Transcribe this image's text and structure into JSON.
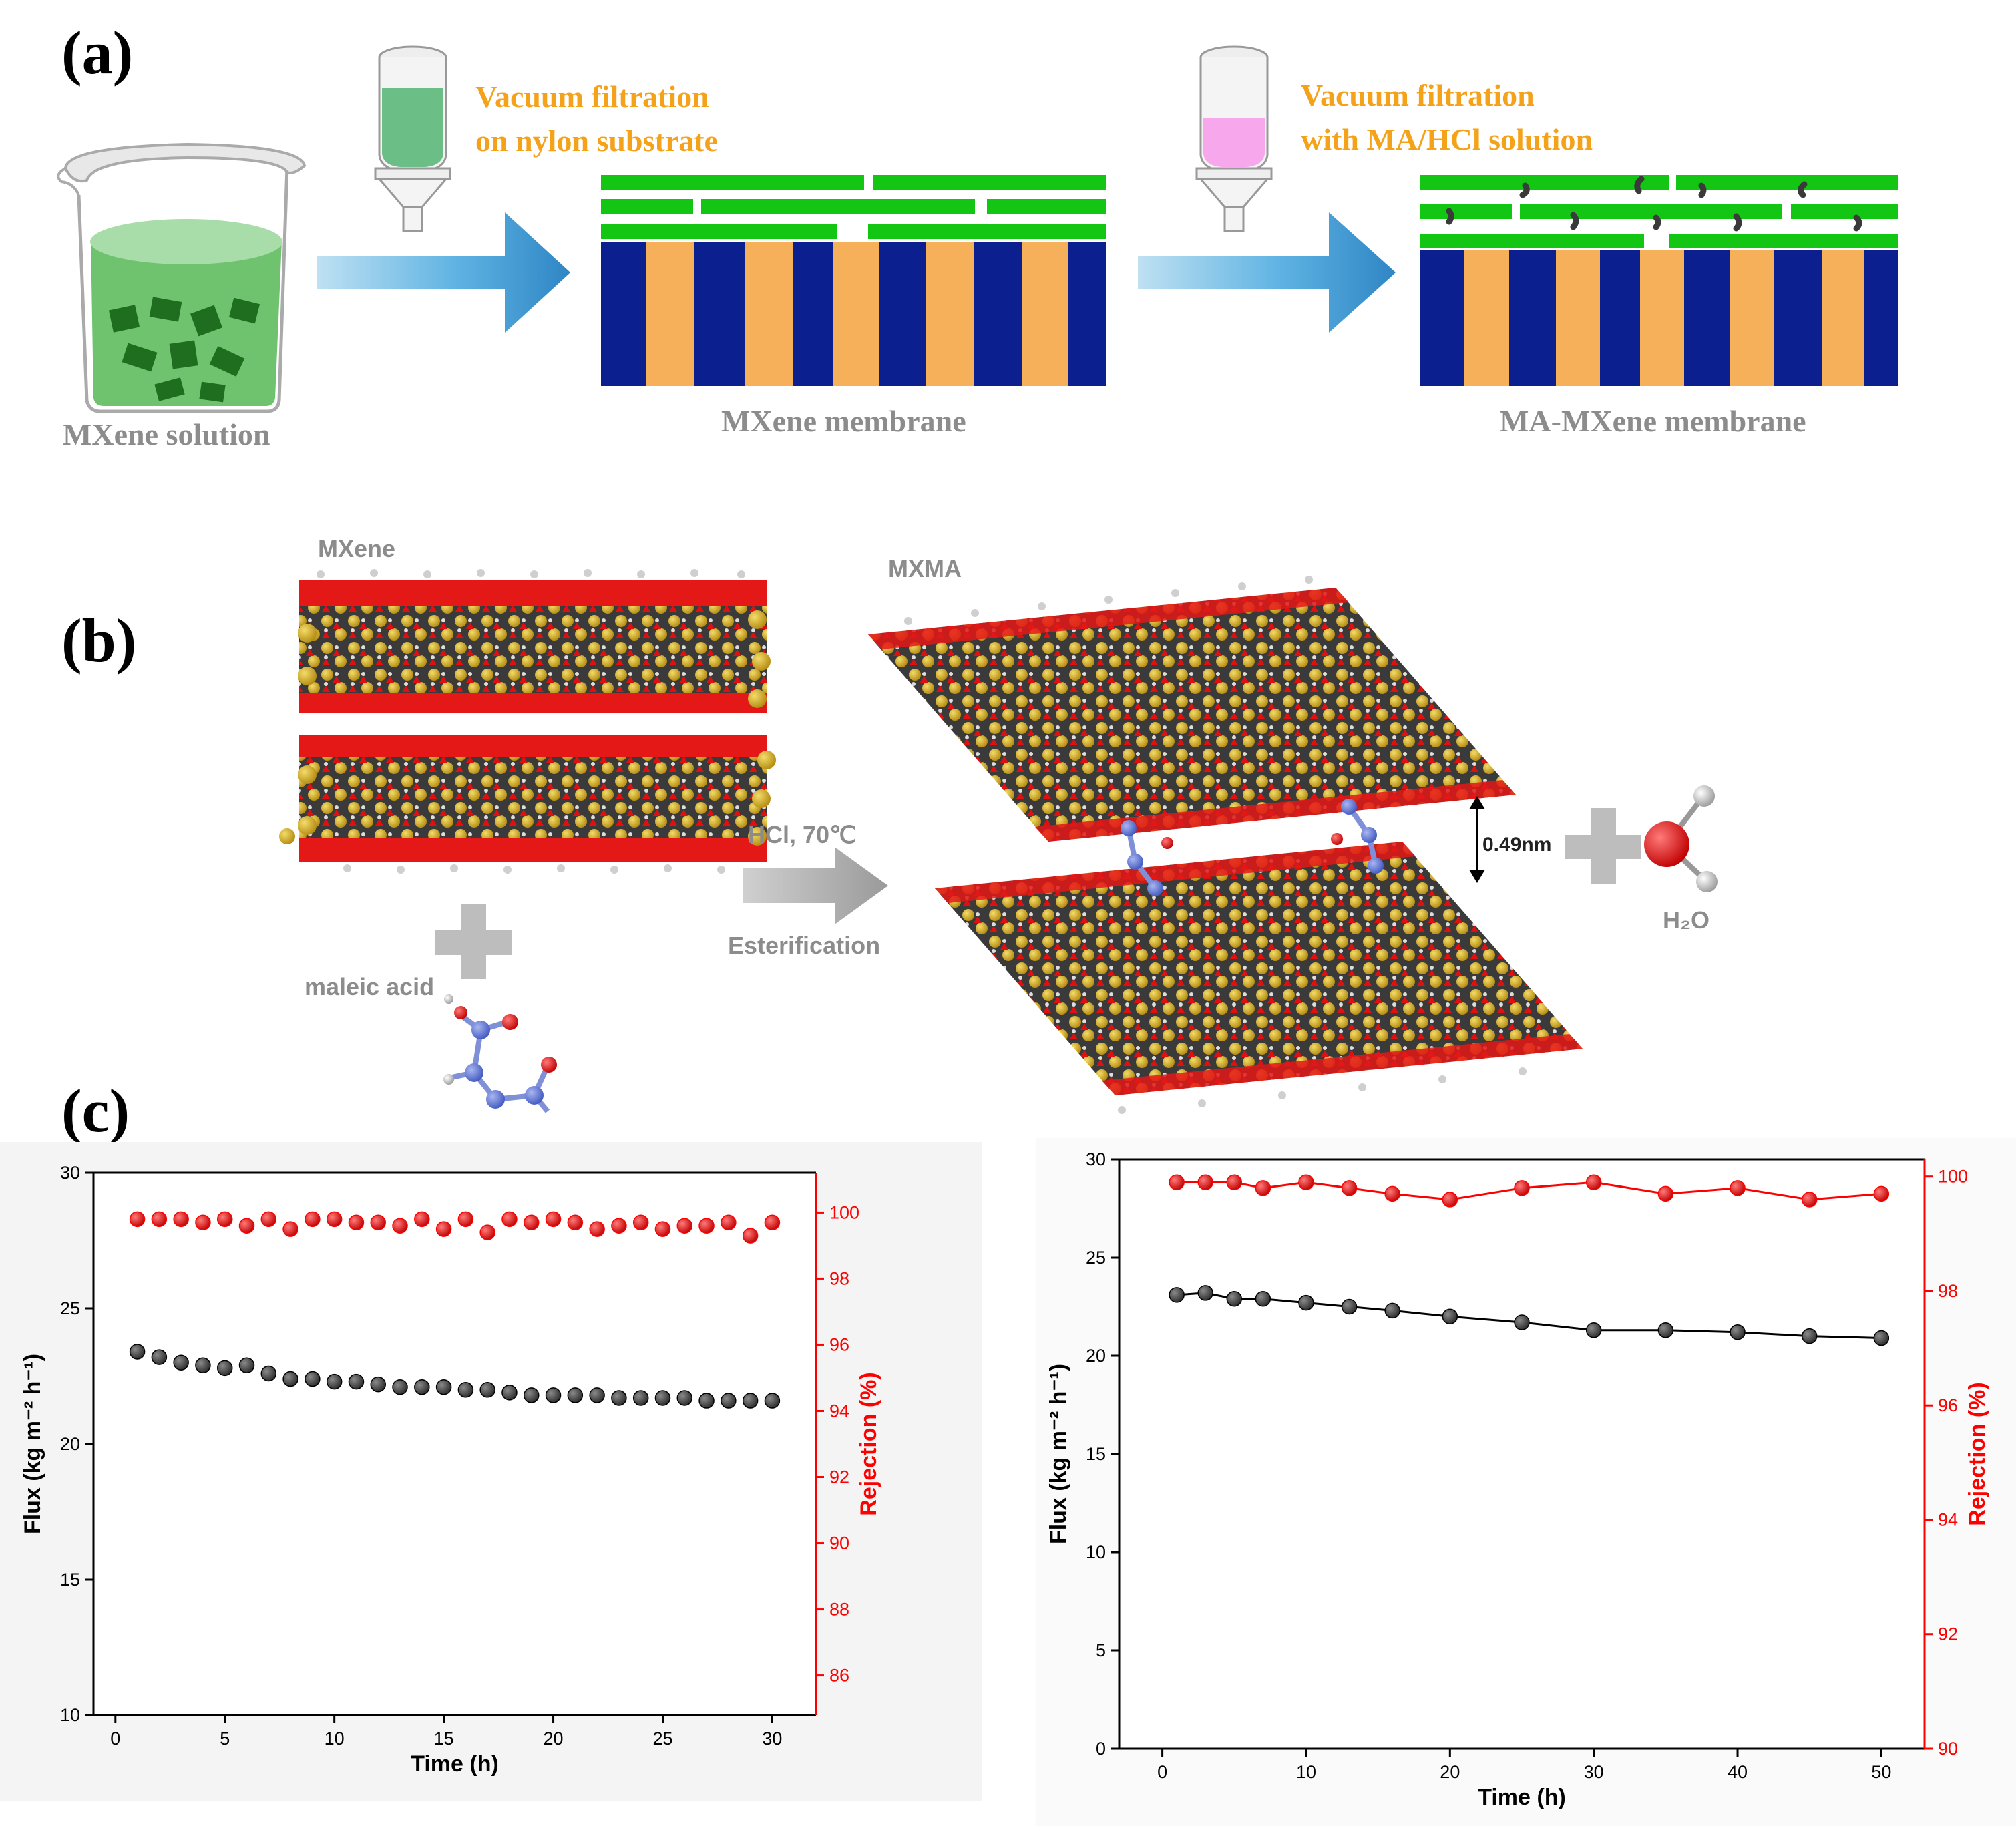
{
  "panel_a": {
    "label": "(a)",
    "step1": {
      "line1": "Vacuum filtration",
      "line2": "on nylon substrate"
    },
    "step2": {
      "line1": "Vacuum filtration",
      "line2": "with MA/HCl solution"
    },
    "caption_solution": "MXene solution",
    "caption_membrane": "MXene membrane",
    "caption_ma_membrane": "MA-MXene membrane"
  },
  "panel_b": {
    "label": "(b)",
    "mxene_label": "MXene",
    "mxma_label": "MXMA",
    "condition": "HCl, 70℃",
    "reaction": "Esterification",
    "reagent": "maleic acid",
    "spacing": "0.49nm",
    "product": "H₂O"
  },
  "panel_c": {
    "label": "(c)"
  },
  "colors": {
    "flux": "#000000",
    "rejection": "#ff0000",
    "nylon_blue": "#0b1f8f",
    "nylon_orange": "#f6b05a",
    "mxene_green": "#13c613",
    "arrow_blue": "#3a9bd6",
    "accent_orange": "#f5a21b"
  },
  "chart_data": [
    {
      "type": "scatter",
      "xlabel": "Time (h)",
      "ylabel_left": "Flux (kg m⁻² h⁻¹)",
      "ylabel_right": "Rejection (%)",
      "xlim": [
        -1,
        32
      ],
      "ylim_left": [
        10,
        30
      ],
      "ylim_right": [
        84.8,
        101.2
      ],
      "xticks": [
        0,
        5,
        10,
        15,
        20,
        25,
        30
      ],
      "yticks_left": [
        10,
        15,
        20,
        25,
        30
      ],
      "yticks_right": [
        86,
        88,
        90,
        92,
        94,
        96,
        98,
        100
      ],
      "connect_lines": false,
      "series": [
        {
          "axis": "left",
          "x": [
            1,
            2,
            3,
            4,
            5,
            6,
            7,
            8,
            9,
            10,
            11,
            12,
            13,
            14,
            15,
            16,
            17,
            18,
            19,
            20,
            21,
            22,
            23,
            24,
            25,
            26,
            27,
            28,
            29,
            30
          ],
          "y": [
            23.4,
            23.2,
            23.0,
            22.9,
            22.8,
            22.9,
            22.6,
            22.4,
            22.4,
            22.3,
            22.3,
            22.2,
            22.1,
            22.1,
            22.1,
            22.0,
            22.0,
            21.9,
            21.8,
            21.8,
            21.8,
            21.8,
            21.7,
            21.7,
            21.7,
            21.7,
            21.6,
            21.6,
            21.6,
            21.6
          ]
        },
        {
          "axis": "right",
          "x": [
            1,
            2,
            3,
            4,
            5,
            6,
            7,
            8,
            9,
            10,
            11,
            12,
            13,
            14,
            15,
            16,
            17,
            18,
            19,
            20,
            21,
            22,
            23,
            24,
            25,
            26,
            27,
            28,
            29,
            30
          ],
          "y": [
            99.8,
            99.8,
            99.8,
            99.7,
            99.8,
            99.6,
            99.8,
            99.5,
            99.8,
            99.8,
            99.7,
            99.7,
            99.6,
            99.8,
            99.5,
            99.8,
            99.4,
            99.8,
            99.7,
            99.8,
            99.7,
            99.5,
            99.6,
            99.7,
            99.5,
            99.6,
            99.6,
            99.7,
            99.3,
            99.7
          ]
        }
      ]
    },
    {
      "type": "line",
      "xlabel": "Time (h)",
      "ylabel_left": "Flux (kg m⁻² h⁻¹)",
      "ylabel_right": "Rejection (%)",
      "xlim": [
        -3,
        53
      ],
      "ylim_left": [
        0,
        30
      ],
      "ylim_right": [
        90,
        100.3
      ],
      "xticks": [
        0,
        10,
        20,
        30,
        40,
        50
      ],
      "yticks_left": [
        0,
        5,
        10,
        15,
        20,
        25,
        30
      ],
      "yticks_right": [
        90,
        92,
        94,
        96,
        98,
        100
      ],
      "connect_lines": true,
      "series": [
        {
          "axis": "left",
          "x": [
            1,
            3,
            5,
            7,
            10,
            13,
            16,
            20,
            25,
            30,
            35,
            40,
            45,
            50
          ],
          "y": [
            23.1,
            23.2,
            22.9,
            22.9,
            22.7,
            22.5,
            22.3,
            22.0,
            21.7,
            21.3,
            21.3,
            21.2,
            21.0,
            20.9
          ]
        },
        {
          "axis": "right",
          "x": [
            1,
            3,
            5,
            7,
            10,
            13,
            16,
            20,
            25,
            30,
            35,
            40,
            45,
            50
          ],
          "y": [
            99.9,
            99.9,
            99.9,
            99.8,
            99.9,
            99.8,
            99.7,
            99.6,
            99.8,
            99.9,
            99.7,
            99.8,
            99.6,
            99.7
          ]
        }
      ]
    }
  ]
}
